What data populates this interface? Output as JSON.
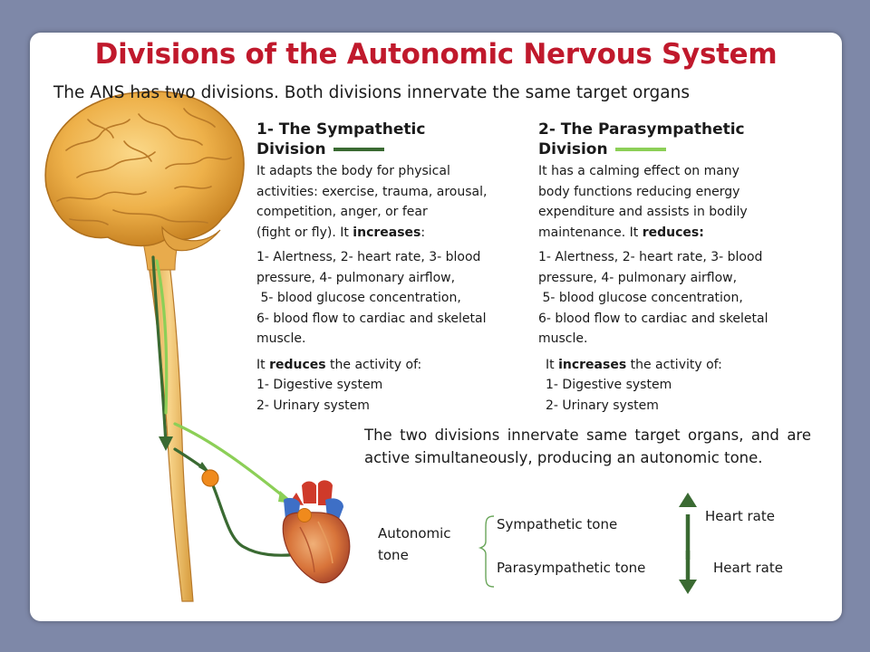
{
  "title": "Divisions of the Autonomic Nervous System",
  "subtitle": "The ANS has two divisions. Both divisions innervate the same target organs",
  "colors": {
    "title": "#c0192c",
    "sympathetic": "#3a6a32",
    "parasympathetic": "#8ccf57",
    "orange": "#f08a1c"
  },
  "sympathetic": {
    "heading": "1- The Sympathetic Division",
    "heading_line1": "1- The Sympathetic",
    "heading_line2": "Division",
    "description_lines": [
      "It adapts the body for physical",
      "activities: exercise, trauma, arousal,",
      "competition, anger, or fear",
      "(fight or fly). It "
    ],
    "description_strong": "increases",
    "description_end": ":",
    "effects": [
      "1- Alertness, 2- heart rate, 3- blood",
      "pressure, 4- pulmonary airflow,",
      " 5- blood glucose concentration,",
      "6- blood flow to cardiac and skeletal",
      "muscle."
    ],
    "activity_prefix": "It ",
    "activity_strong": "reduces",
    "activity_suffix": " the activity of:",
    "systems": [
      "1- Digestive system",
      "2- Urinary system"
    ]
  },
  "parasympathetic": {
    "heading": "2- The Parasympathetic Division",
    "heading_line1": "2- The Parasympathetic",
    "heading_line2": "Division",
    "description_lines": [
      "It has a calming effect on many",
      "body functions reducing energy",
      "expenditure and assists in bodily",
      "maintenance. It "
    ],
    "description_strong": "reduces:",
    "description_end": "",
    "effects": [
      "1- Alertness, 2- heart rate, 3- blood",
      "pressure, 4- pulmonary airflow,",
      " 5- blood glucose concentration,",
      "6- blood flow to cardiac and skeletal",
      "muscle."
    ],
    "activity_prefix": "It ",
    "activity_strong": "increases",
    "activity_suffix": " the activity of:",
    "systems": [
      "1- Digestive system",
      "2- Urinary system"
    ]
  },
  "tone_paragraph": "The two divisions innervate same target organs, and are active simultaneously, producing an autonomic tone.",
  "tone_diagram": {
    "autonomic_line1": "Autonomic",
    "autonomic_line2": "tone",
    "sympathetic_tone": "Sympathetic tone",
    "parasympathetic_tone": "Parasympathetic tone",
    "heart_rate_up": "Heart rate",
    "heart_rate_down": "Heart rate"
  }
}
